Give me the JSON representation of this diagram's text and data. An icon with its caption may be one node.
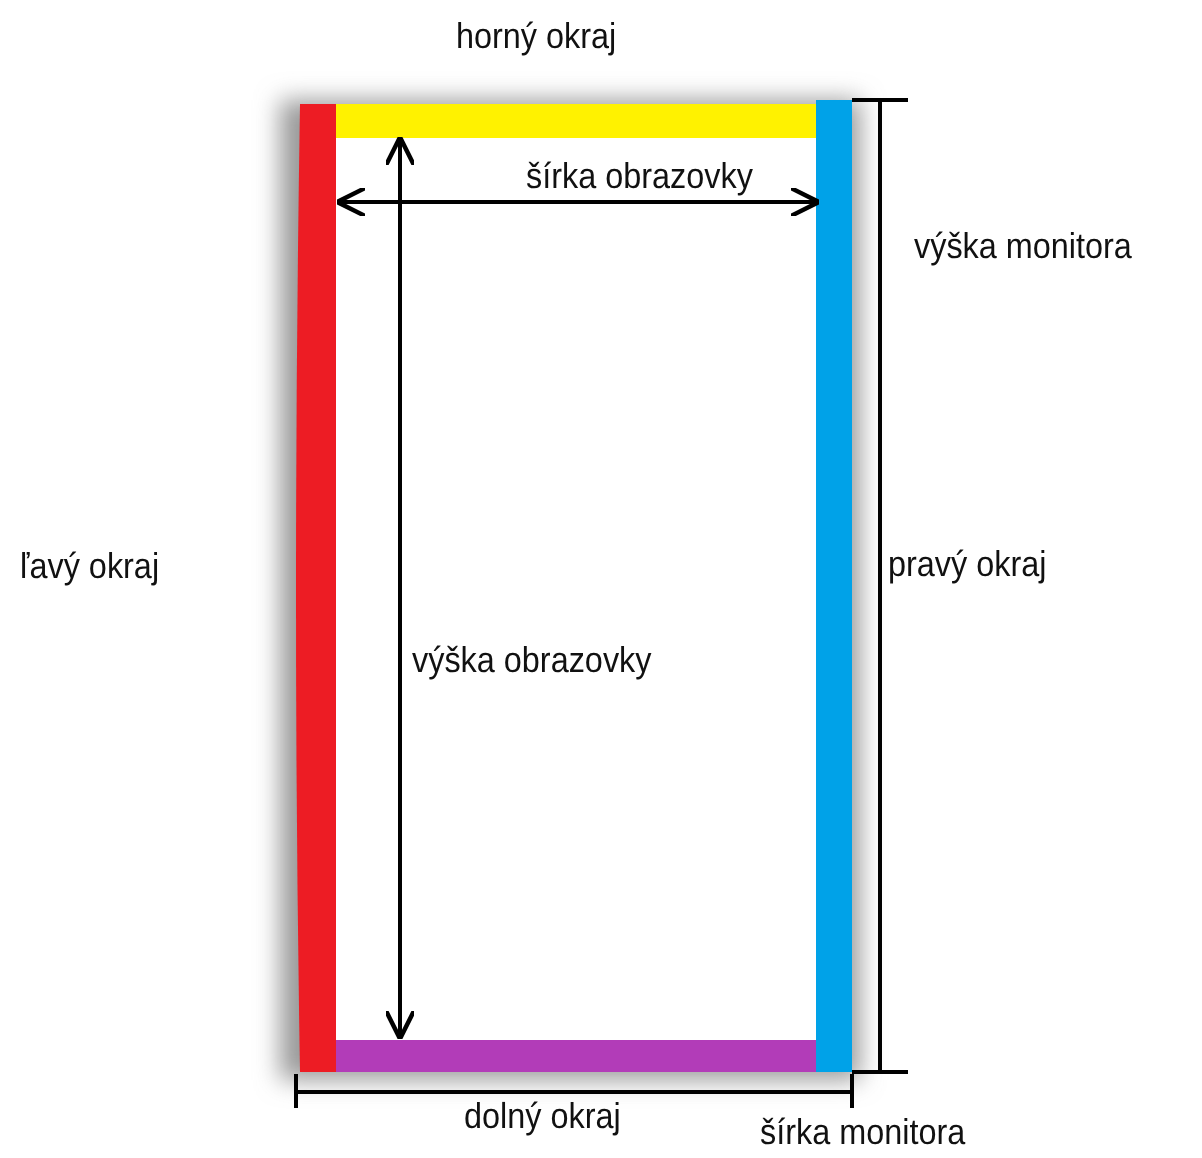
{
  "diagram": {
    "labels": [
      "horný okraj",
      "šírka obrazovky",
      "výška monitora",
      "ľavý okraj",
      "pravý okraj",
      "výška obrazovky",
      "dolný okraj",
      "šírka monitora"
    ]
  }
}
